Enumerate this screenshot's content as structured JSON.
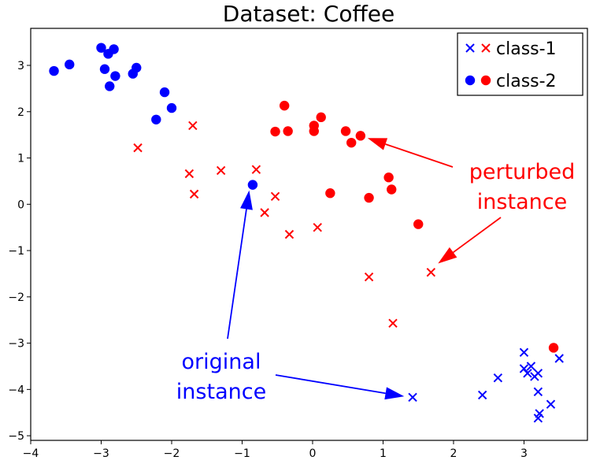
{
  "chart_data": {
    "type": "scatter",
    "title": "Dataset: Coffee",
    "xlabel": "",
    "ylabel": "",
    "xlim": [
      -4.0,
      3.9
    ],
    "ylim": [
      -5.1,
      3.8
    ],
    "xticks": [
      -4,
      -3,
      -2,
      -1,
      0,
      1,
      2,
      3
    ],
    "xtick_labels": [
      "−4",
      "−3",
      "−2",
      "−1",
      "0",
      "1",
      "2",
      "3"
    ],
    "yticks": [
      -5,
      -4,
      -3,
      -2,
      -1,
      0,
      1,
      2,
      3
    ],
    "ytick_labels": [
      "−5",
      "−4",
      "−3",
      "−2",
      "−1",
      "0",
      "1",
      "2",
      "3"
    ],
    "grid": false,
    "legend_position": "top-right",
    "legend": [
      {
        "label": "class-1",
        "marker": "x",
        "colors": [
          "#0000ff",
          "#ff0000"
        ]
      },
      {
        "label": "class-2",
        "marker": "o",
        "colors": [
          "#0000ff",
          "#ff0000"
        ]
      }
    ],
    "series": [
      {
        "class": "class-1",
        "marker": "x",
        "color": "#0000ff",
        "group": "original",
        "points": [
          [
            1.42,
            -4.17
          ],
          [
            2.41,
            -4.12
          ],
          [
            2.63,
            -3.75
          ],
          [
            3.0,
            -3.2
          ],
          [
            3.0,
            -3.55
          ],
          [
            3.05,
            -3.65
          ],
          [
            3.1,
            -3.5
          ],
          [
            3.15,
            -3.72
          ],
          [
            3.2,
            -3.65
          ],
          [
            3.2,
            -4.05
          ],
          [
            3.22,
            -4.52
          ],
          [
            3.2,
            -4.62
          ],
          [
            3.38,
            -4.32
          ],
          [
            3.5,
            -3.33
          ]
        ]
      },
      {
        "class": "class-1",
        "marker": "x",
        "color": "#ff0000",
        "group": "perturbed",
        "points": [
          [
            -1.7,
            1.7
          ],
          [
            -2.48,
            1.22
          ],
          [
            -1.75,
            0.66
          ],
          [
            -1.3,
            0.73
          ],
          [
            -1.68,
            0.22
          ],
          [
            -0.8,
            0.75
          ],
          [
            -0.53,
            0.17
          ],
          [
            -0.68,
            -0.18
          ],
          [
            -0.33,
            -0.65
          ],
          [
            0.07,
            -0.5
          ],
          [
            0.8,
            -1.57
          ],
          [
            1.68,
            -1.47
          ],
          [
            1.14,
            -2.57
          ]
        ]
      },
      {
        "class": "class-2",
        "marker": "o",
        "color": "#0000ff",
        "group": "original",
        "points": [
          [
            -3.67,
            2.88
          ],
          [
            -3.45,
            3.02
          ],
          [
            -3.0,
            3.38
          ],
          [
            -2.95,
            2.92
          ],
          [
            -2.9,
            3.25
          ],
          [
            -2.82,
            3.35
          ],
          [
            -2.88,
            2.55
          ],
          [
            -2.8,
            2.77
          ],
          [
            -2.55,
            2.82
          ],
          [
            -2.5,
            2.95
          ],
          [
            -2.1,
            2.42
          ],
          [
            -2.0,
            2.08
          ],
          [
            -2.22,
            1.83
          ],
          [
            -0.85,
            0.42
          ]
        ]
      },
      {
        "class": "class-2",
        "marker": "o",
        "color": "#ff0000",
        "group": "perturbed",
        "points": [
          [
            -0.4,
            2.13
          ],
          [
            -0.53,
            1.57
          ],
          [
            -0.35,
            1.58
          ],
          [
            0.02,
            1.58
          ],
          [
            0.02,
            1.7
          ],
          [
            0.12,
            1.88
          ],
          [
            0.47,
            1.58
          ],
          [
            0.55,
            1.33
          ],
          [
            0.68,
            1.48
          ],
          [
            1.08,
            0.58
          ],
          [
            1.12,
            0.32
          ],
          [
            0.25,
            0.24
          ],
          [
            0.8,
            0.14
          ],
          [
            1.5,
            -0.43
          ],
          [
            3.42,
            -3.1
          ]
        ]
      }
    ],
    "annotations": [
      {
        "text_lines": [
          "perturbed",
          "instance"
        ],
        "color": "#ff0000",
        "arrows_to": [
          [
            0.78,
            1.43
          ],
          [
            1.78,
            -1.28
          ]
        ]
      },
      {
        "text_lines": [
          "original",
          "instance"
        ],
        "color": "#0000ff",
        "arrows_to": [
          [
            -0.9,
            0.3
          ],
          [
            1.3,
            -4.15
          ]
        ]
      }
    ]
  }
}
